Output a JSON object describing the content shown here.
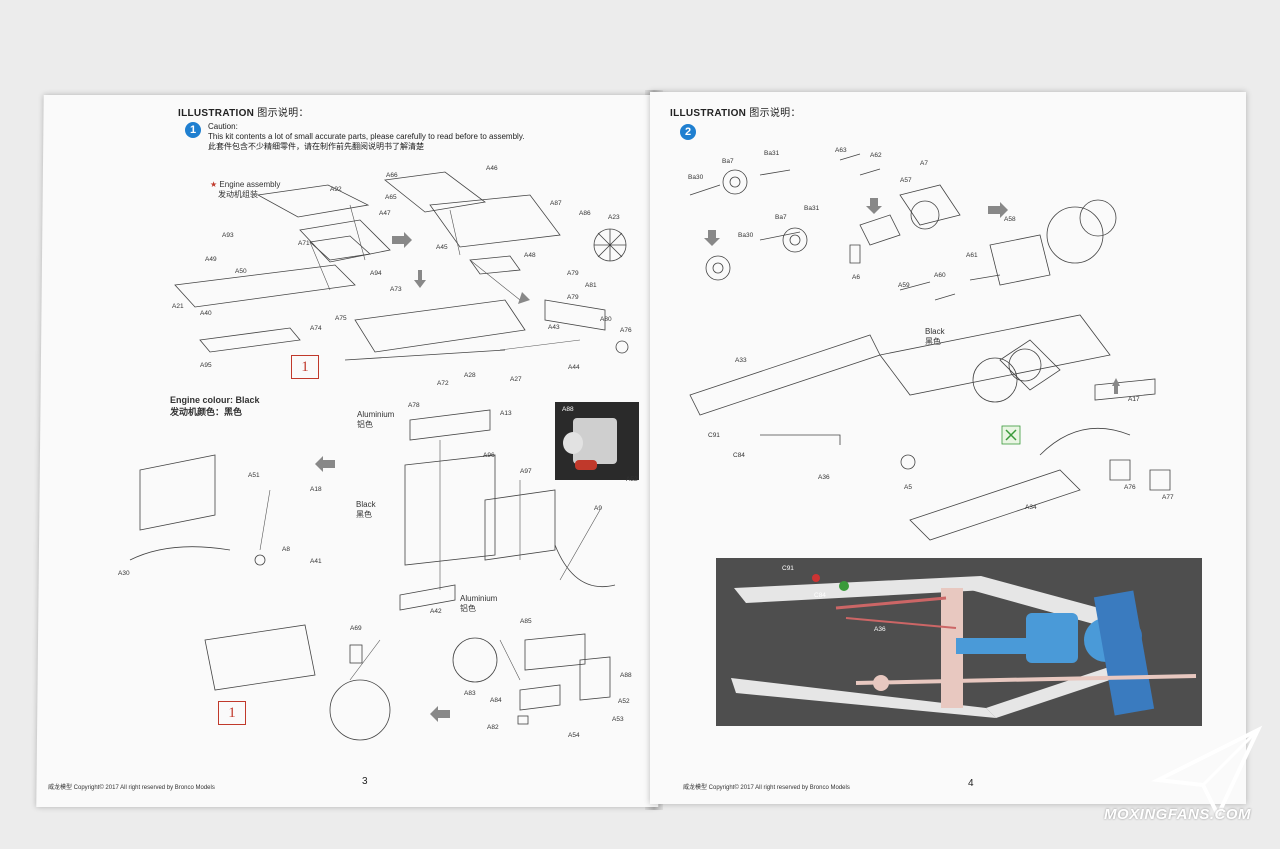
{
  "left_page": {
    "header_en": "ILLUSTRATION",
    "header_cn": "图示说明：",
    "step": "1",
    "caution_title": "Caution:",
    "caution_text": "This kit contents a lot of small accurate parts, please carefully to read before to assembly.",
    "caution_cn": "此套件包含不少精细零件，请在制作前先翻阅说明书了解清楚",
    "engine_assembly_en": "Engine assembly",
    "engine_assembly_cn": "发动机组装",
    "engine_colour": "Engine colour:  Black",
    "engine_colour_cn": "发动机颜色：黑色",
    "aluminium_1": "Aluminium",
    "aluminium_1_cn": "铝色",
    "black": "Black",
    "black_cn": "黑色",
    "aluminium_2": "Aluminium",
    "aluminium_2_cn": "铝色",
    "subassembly_label_1": "1",
    "subassembly_label_2": "1",
    "parts": [
      "A92",
      "A93",
      "A71",
      "A49",
      "A50",
      "A94",
      "A21",
      "A40",
      "A74",
      "A75",
      "A95",
      "A66",
      "A46",
      "A65",
      "A47",
      "A45",
      "A87",
      "A86",
      "A23",
      "A48",
      "A79",
      "A81",
      "A80",
      "A43",
      "A76",
      "A44",
      "A73",
      "A72",
      "A28",
      "A27",
      "A78",
      "A13",
      "A88",
      "A52",
      "A96",
      "A97",
      "A9",
      "A51",
      "A18",
      "A8",
      "A41",
      "A30",
      "A42",
      "A69",
      "A85",
      "A83",
      "A84",
      "A82",
      "A54",
      "A53"
    ],
    "footer": "威龙模型  Copyright© 2017  All right reserved by Bronco Models",
    "page_number": "3"
  },
  "right_page": {
    "header_en": "ILLUSTRATION",
    "header_cn": "图示说明：",
    "step": "2",
    "black": "Black",
    "black_cn": "黑色",
    "parts": [
      "Ba7",
      "Ba31",
      "Ba30",
      "A63",
      "A62",
      "A7",
      "A57",
      "A58",
      "A6",
      "A60",
      "A61",
      "A59",
      "A33",
      "A17",
      "C91",
      "C84",
      "A36",
      "A5",
      "A76",
      "A77",
      "A34"
    ],
    "photo_labels": [
      "C91",
      "C84",
      "A36"
    ],
    "footer": "威龙模型  Copyright© 2017  All right reserved by Bronco Models",
    "page_number": "4"
  },
  "watermark": {
    "text": "MOXINGFANS.COM"
  },
  "colors": {
    "accent_blue": "#1f7fd0",
    "accent_red": "#c0392b",
    "photo_frame_blue": "#4a9ad8",
    "photo_frame_pink": "#e8c8c0"
  }
}
